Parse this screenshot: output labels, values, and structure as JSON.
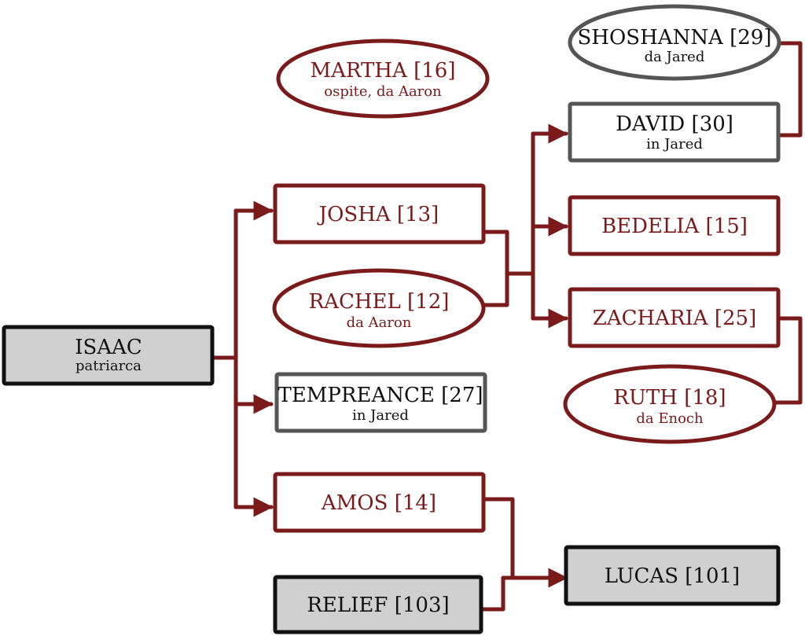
{
  "colors": {
    "red": "#7a1a1a",
    "gray": "#555555",
    "black": "#111111",
    "gray_fill": "#d0d0d0",
    "white_fill": "#ffffff"
  },
  "nodes": {
    "isaac": {
      "name": "ISAAC",
      "sub": "patriarca"
    },
    "martha": {
      "name": "MARTHA [16]",
      "sub": "ospite, da Aaron"
    },
    "josha": {
      "name": "JOSHA [13]"
    },
    "rachel": {
      "name": "RACHEL [12]",
      "sub": "da Aaron"
    },
    "tempreance": {
      "name": "TEMPREANCE [27]",
      "sub": "in Jared"
    },
    "amos": {
      "name": "AMOS [14]"
    },
    "relief": {
      "name": "RELIEF [103]"
    },
    "shoshanna": {
      "name": "SHOSHANNA [29]",
      "sub": "da Jared"
    },
    "david": {
      "name": "DAVID [30]",
      "sub": "in Jared"
    },
    "bedelia": {
      "name": "BEDELIA [15]"
    },
    "zacharia": {
      "name": "ZACHARIA [25]"
    },
    "ruth": {
      "name": "RUTH [18]",
      "sub": "da Enoch"
    },
    "lucas": {
      "name": "LUCAS [101]"
    }
  }
}
